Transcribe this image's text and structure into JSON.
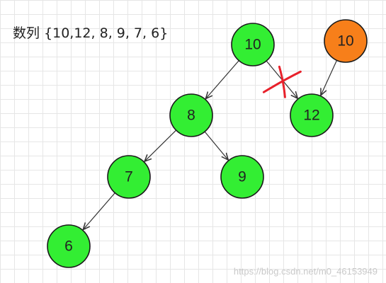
{
  "caption": "数列 {10,12, 8, 9, 7, 6}",
  "watermark": "https://blog.csdn.net/m0_46153949",
  "colors": {
    "node_fill": "#33ee33",
    "node_stroke": "#1a1a1a",
    "highlight_fill": "#f77f1a",
    "edge": "#333333",
    "cross_mark": "#e8212b"
  },
  "nodes": [
    {
      "id": "root",
      "label": "10",
      "style": "normal"
    },
    {
      "id": "n8",
      "label": "8",
      "style": "normal"
    },
    {
      "id": "n12",
      "label": "12",
      "style": "normal"
    },
    {
      "id": "n7",
      "label": "7",
      "style": "normal"
    },
    {
      "id": "n9",
      "label": "9",
      "style": "normal"
    },
    {
      "id": "n6",
      "label": "6",
      "style": "normal"
    },
    {
      "id": "new10",
      "label": "10",
      "style": "highlight"
    }
  ],
  "edges": [
    {
      "from": "root",
      "to": "n8"
    },
    {
      "from": "root",
      "to": "n12",
      "crossed_out": true
    },
    {
      "from": "new10",
      "to": "n12"
    },
    {
      "from": "n8",
      "to": "n7"
    },
    {
      "from": "n8",
      "to": "n9"
    },
    {
      "from": "n7",
      "to": "n6"
    }
  ]
}
